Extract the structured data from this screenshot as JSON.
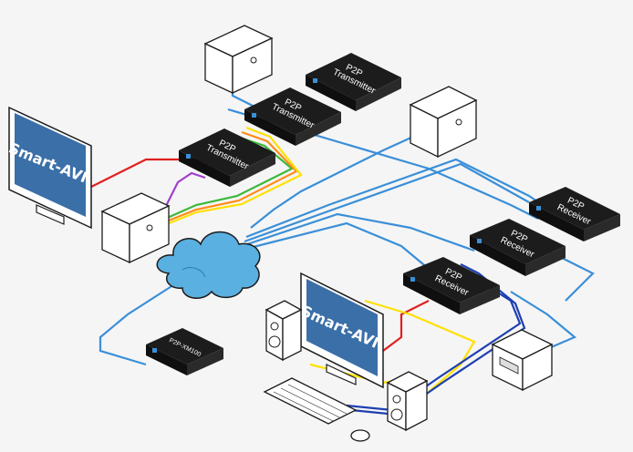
{
  "devices": {
    "transmitter_1": {
      "line1": "P2P",
      "line2": "Transmitter"
    },
    "transmitter_2": {
      "line1": "P2P",
      "line2": "Transmitter"
    },
    "transmitter_3": {
      "line1": "P2P",
      "line2": "Transmitter"
    },
    "receiver_1": {
      "line1": "P2P",
      "line2": "Receiver"
    },
    "receiver_2": {
      "line1": "P2P",
      "line2": "Receiver"
    },
    "receiver_3": {
      "line1": "P2P",
      "line2": "Receiver"
    },
    "manager": {
      "label": "P2P-XM100"
    }
  },
  "monitors": {
    "left": {
      "brand": "Smart-AVI"
    },
    "right": {
      "brand": "Smart-AVI"
    }
  },
  "colors": {
    "network": "#3a8fd8",
    "video": "#e02020",
    "usb": "#ffe000",
    "audio_green": "#3cb83c",
    "audio_orange": "#ff8c1a",
    "purple": "#a040d0",
    "usb_blue": "#1e3fb0",
    "device": "#1c1c1c",
    "screen": "#3b6fa8",
    "cloud": "#5ab0e0"
  }
}
